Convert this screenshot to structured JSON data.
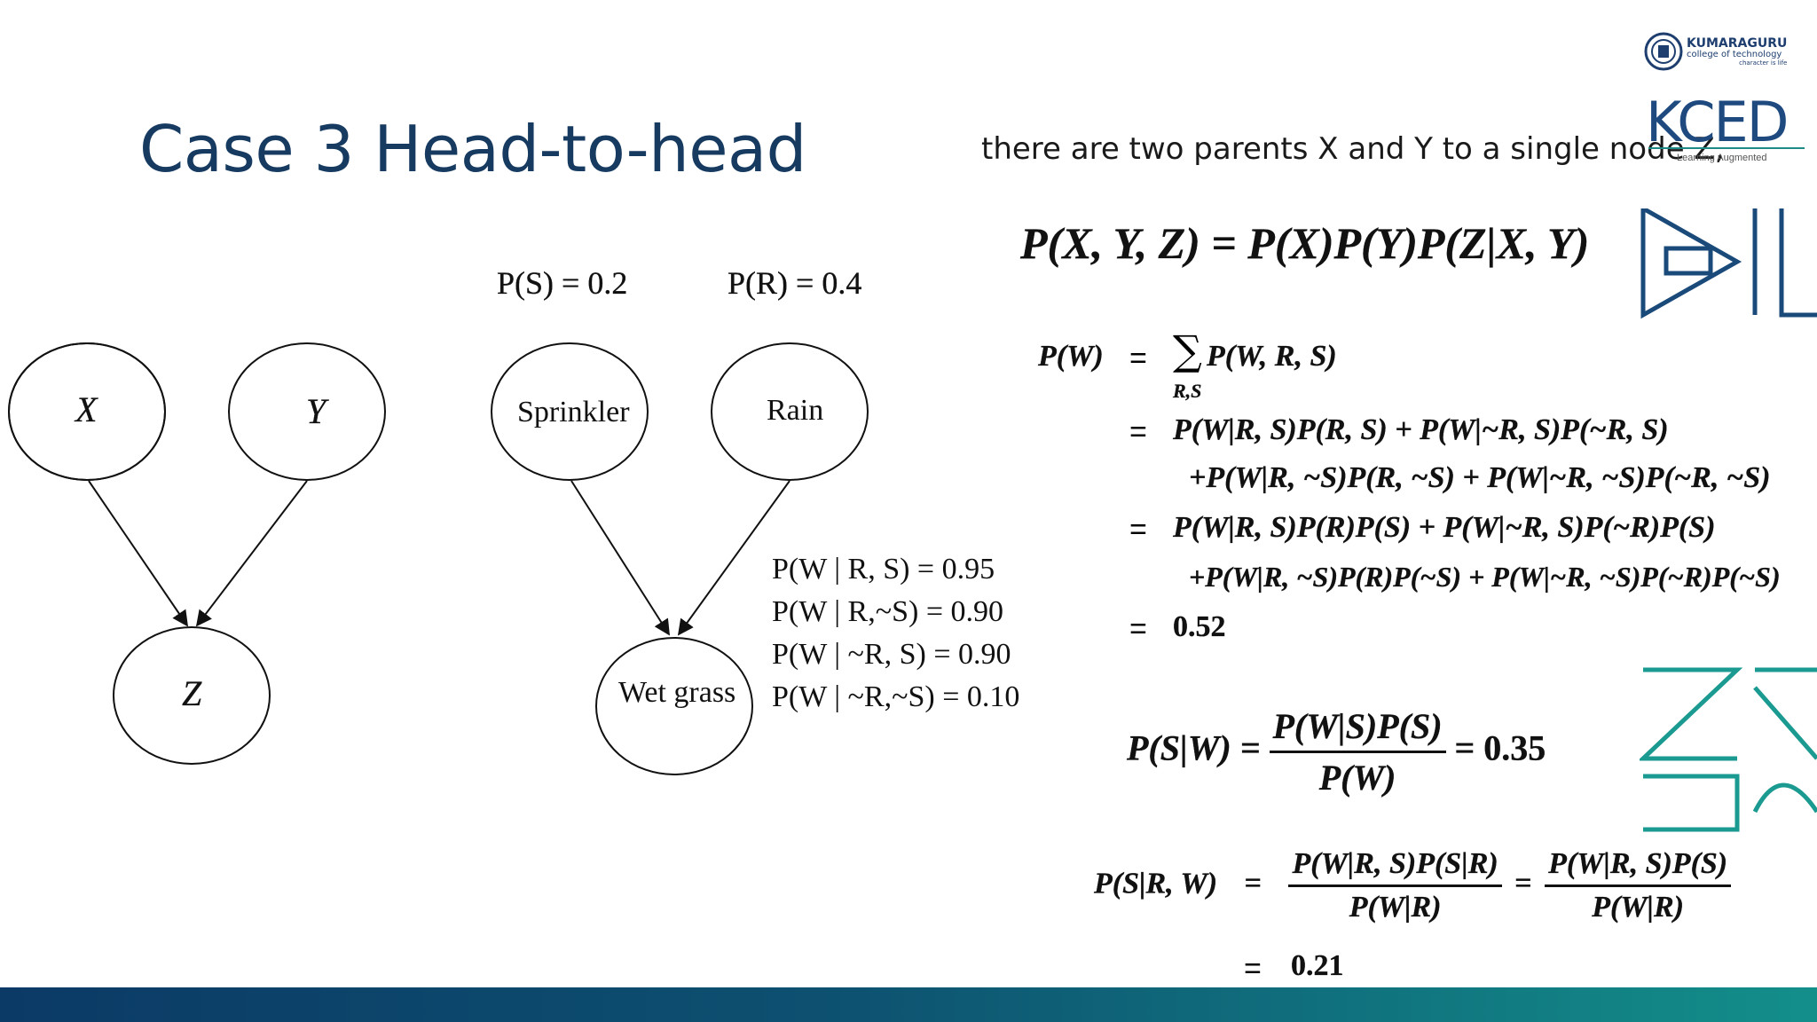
{
  "slide": {
    "title": "Case 3 Head-to-head",
    "description": "there are two parents X and Y to a single node Z,"
  },
  "logos": {
    "kumaraguru_name": "KUMARAGURU",
    "kumaraguru_sub": "college of technology",
    "kumaraguru_tag": "character is life",
    "koed_text": "KCED",
    "koed_tagline": "Learning Augmented"
  },
  "diagram_left": {
    "node_x": "X",
    "node_y": "Y",
    "node_z": "Z"
  },
  "diagram_right": {
    "p_s": "P(S) = 0.2",
    "p_r": "P(R) = 0.4",
    "node_sprinkler": "Sprinkler",
    "node_rain": "Rain",
    "node_wet": "Wet grass",
    "cpt": [
      "P(W | R, S) = 0.95",
      "P(W | R,~S) = 0.90",
      "P(W | ~R, S) = 0.90",
      "P(W | ~R,~S) = 0.10"
    ]
  },
  "equations": {
    "joint": "P(X, Y, Z) = P(X)P(Y)P(Z|X, Y)",
    "pw_lhs": "P(W)",
    "eq_sign": "=",
    "pw_sum_symbol": "∑",
    "pw_sum_sub": "R,S",
    "pw_line1": "P(W, R, S)",
    "pw_line2": "P(W|R, S)P(R, S) + P(W|~R, S)P(~R, S)",
    "pw_line3": "+P(W|R, ~S)P(R, ~S) + P(W|~R, ~S)P(~R, ~S)",
    "pw_line4": "P(W|R, S)P(R)P(S) + P(W|~R, S)P(~R)P(S)",
    "pw_line5": "+P(W|R, ~S)P(R)P(~S) + P(W|~R, ~S)P(~R)P(~S)",
    "pw_result": "0.52",
    "psw_lhs": "P(S|W) =",
    "psw_num": "P(W|S)P(S)",
    "psw_den": "P(W)",
    "psw_result": "= 0.35",
    "psrw_lhs": "P(S|R, W)",
    "psrw_num1": "P(W|R, S)P(S|R)",
    "psrw_den1": "P(W|R)",
    "psrw_num2": "P(W|R, S)P(S)",
    "psrw_den2": "P(W|R)",
    "psrw_result": "0.21"
  }
}
